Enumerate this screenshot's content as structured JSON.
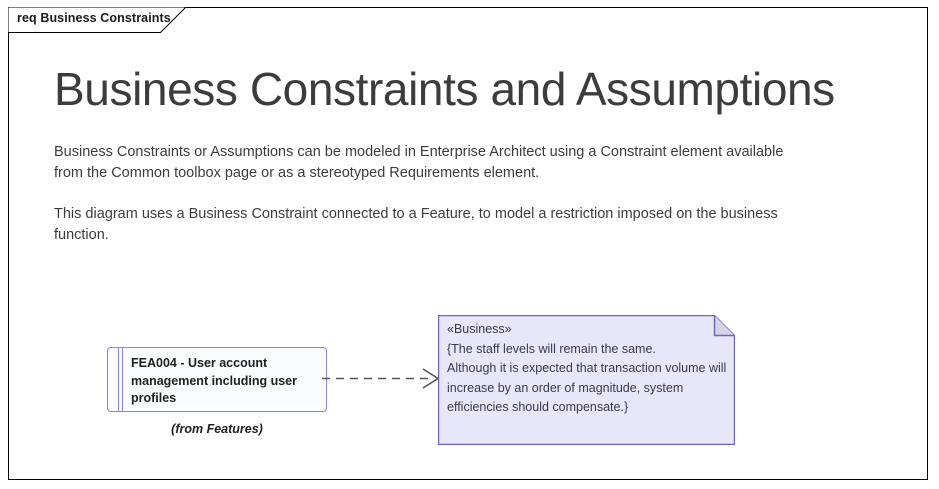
{
  "frame": {
    "tab_label": "req Business Constraints",
    "border_color": "#000000"
  },
  "heading": {
    "title": "Business Constraints and Assumptions",
    "title_color": "#3c3c3c"
  },
  "body": {
    "paragraph_1": "Business Constraints or Assumptions can be modeled in Enterprise Architect using a Constraint element available from the Common toolbox page or as a stereotyped Requirements element.",
    "paragraph_2": "This diagram uses a Business Constraint connected to a Feature, to model a restriction imposed on the business function."
  },
  "elements": {
    "feature": {
      "name": "FEA004 - User account management including user profiles",
      "from_label": "(from Features)",
      "border_color": "#8984dd",
      "fill_color": "#fbfcff"
    },
    "constraint_note": {
      "stereotype": "«Business»",
      "lines": [
        "«Business»",
        "{The staff levels will remain the same.",
        "Although it is expected that transaction volume will",
        "increase by an order of magnitude, system",
        "efficiencies should compensate.}"
      ],
      "border_color": "#6b62c4",
      "fill_color": "#e8e6f9",
      "fold_color": "#d6d4e4"
    }
  },
  "connector": {
    "type": "dependency",
    "style": "dashed",
    "arrowhead": "open",
    "direction": "left-to-right",
    "line_color": "#555555"
  }
}
